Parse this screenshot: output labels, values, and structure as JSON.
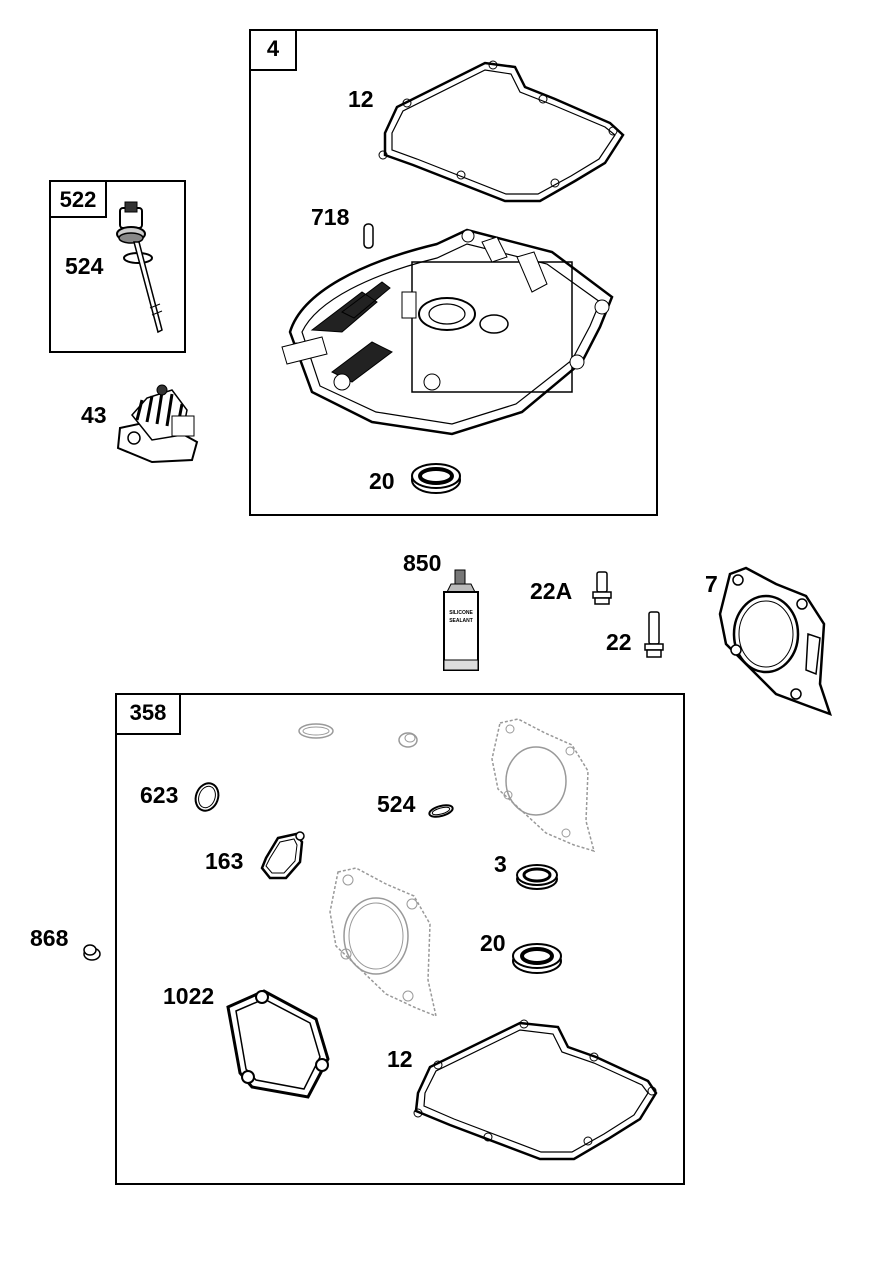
{
  "kits": {
    "k4": {
      "label": "4"
    },
    "k522": {
      "label": "522"
    },
    "k358": {
      "label": "358"
    }
  },
  "callouts": {
    "c12_top": "12",
    "c718": "718",
    "c20_top": "20",
    "c524_dip": "524",
    "c43": "43",
    "c850": "850",
    "c22A": "22A",
    "c22": "22",
    "c7": "7",
    "c623": "623",
    "c524_kit": "524",
    "c163": "163",
    "c3": "3",
    "c868": "868",
    "c20_kit": "20",
    "c1022": "1022",
    "c12_kit": "12"
  },
  "sealant_tube": {
    "line1": "SILICONE",
    "line2": "SEALANT"
  }
}
